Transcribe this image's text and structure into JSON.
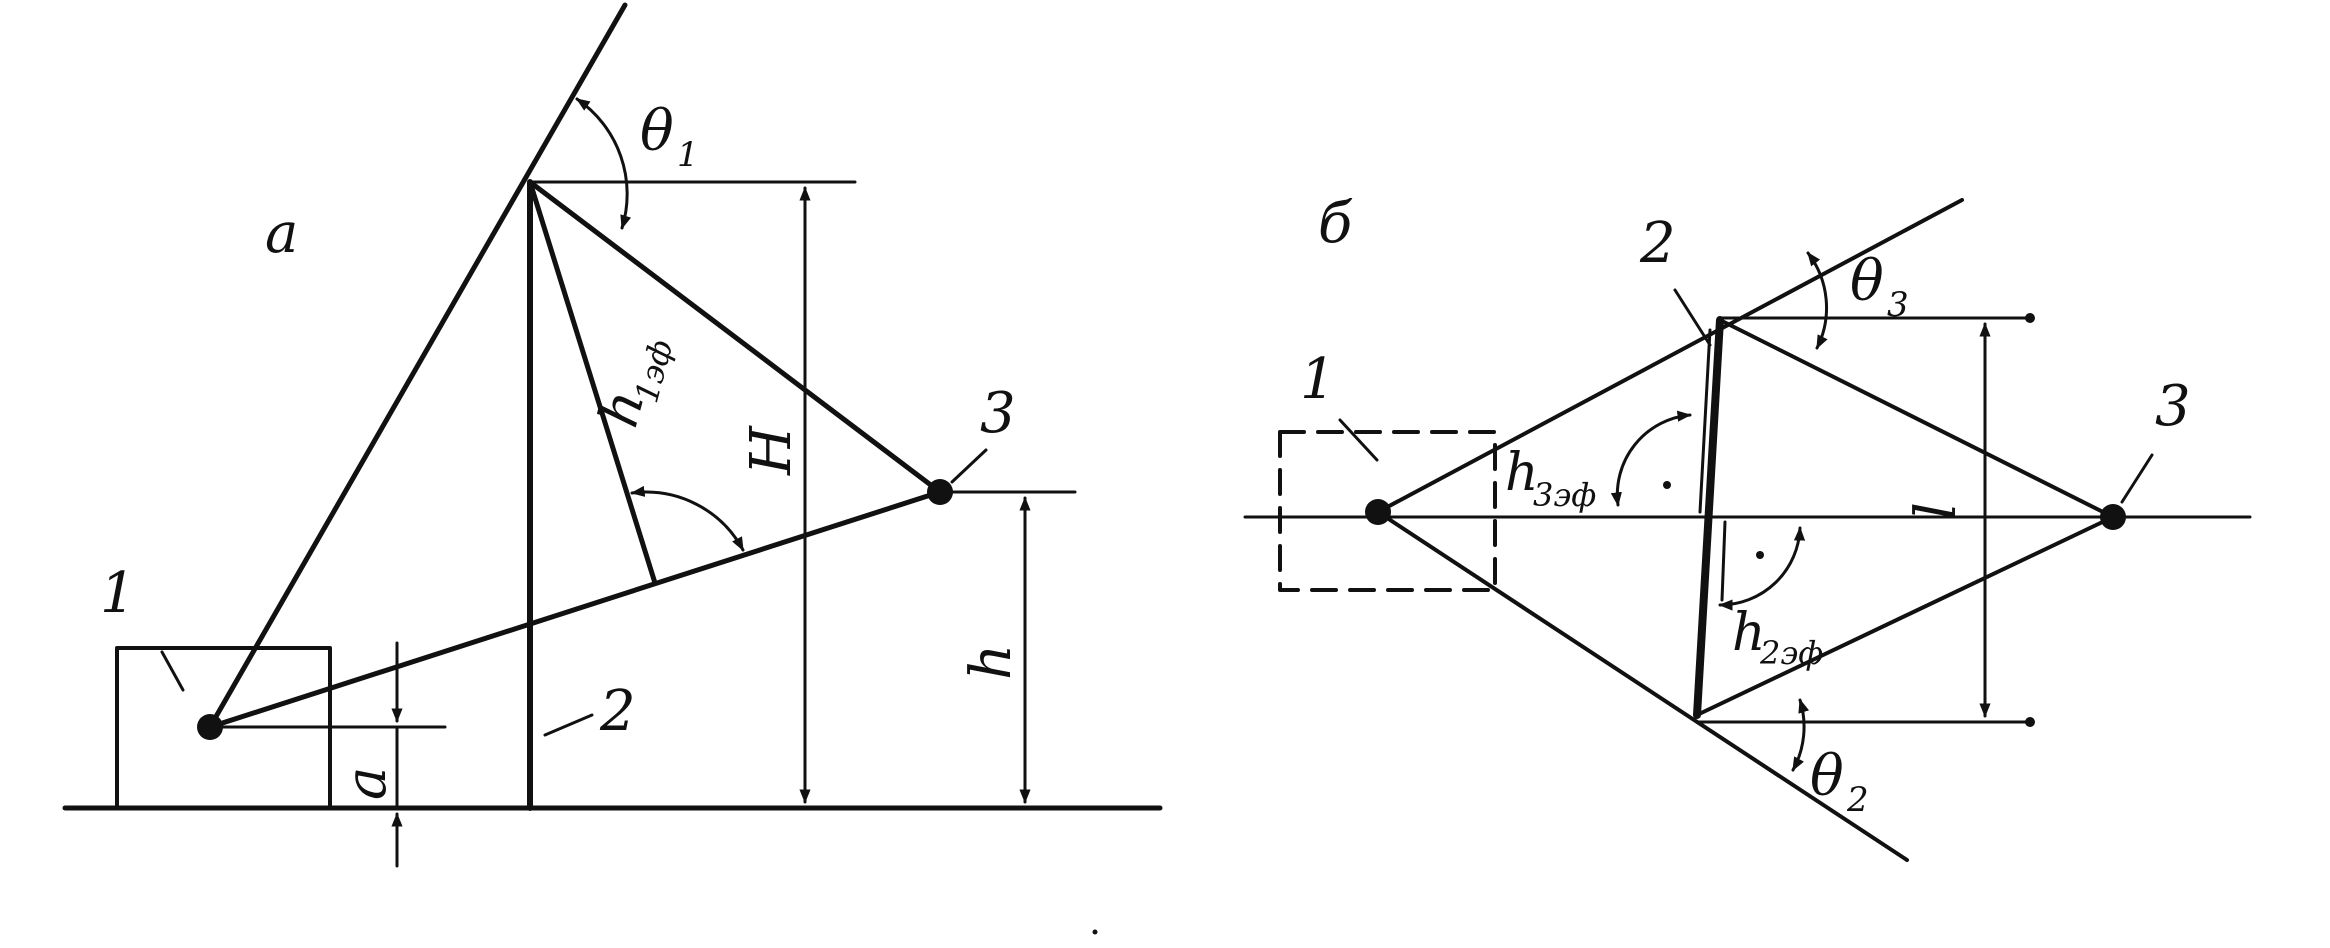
{
  "colors": {
    "ink": "#111111",
    "background": "#ffffff"
  },
  "panel_a": {
    "panel_label": "а",
    "num_1": "1",
    "num_2": "2",
    "num_3": "3",
    "theta_main": "θ",
    "theta_sub": "1",
    "h_main": "h",
    "h_sub": "1эф",
    "big_H": "H",
    "small_h": "h",
    "small_a": "a"
  },
  "panel_b": {
    "panel_label": "б",
    "num_1": "1",
    "num_2": "2",
    "num_3": "3",
    "theta3_main": "θ",
    "theta3_sub": "3",
    "theta2_main": "θ",
    "theta2_sub": "2",
    "h3_main": "h",
    "h3_sub": "3эф",
    "h2_main": "h",
    "h2_sub": "2эф",
    "len_l": "l"
  }
}
